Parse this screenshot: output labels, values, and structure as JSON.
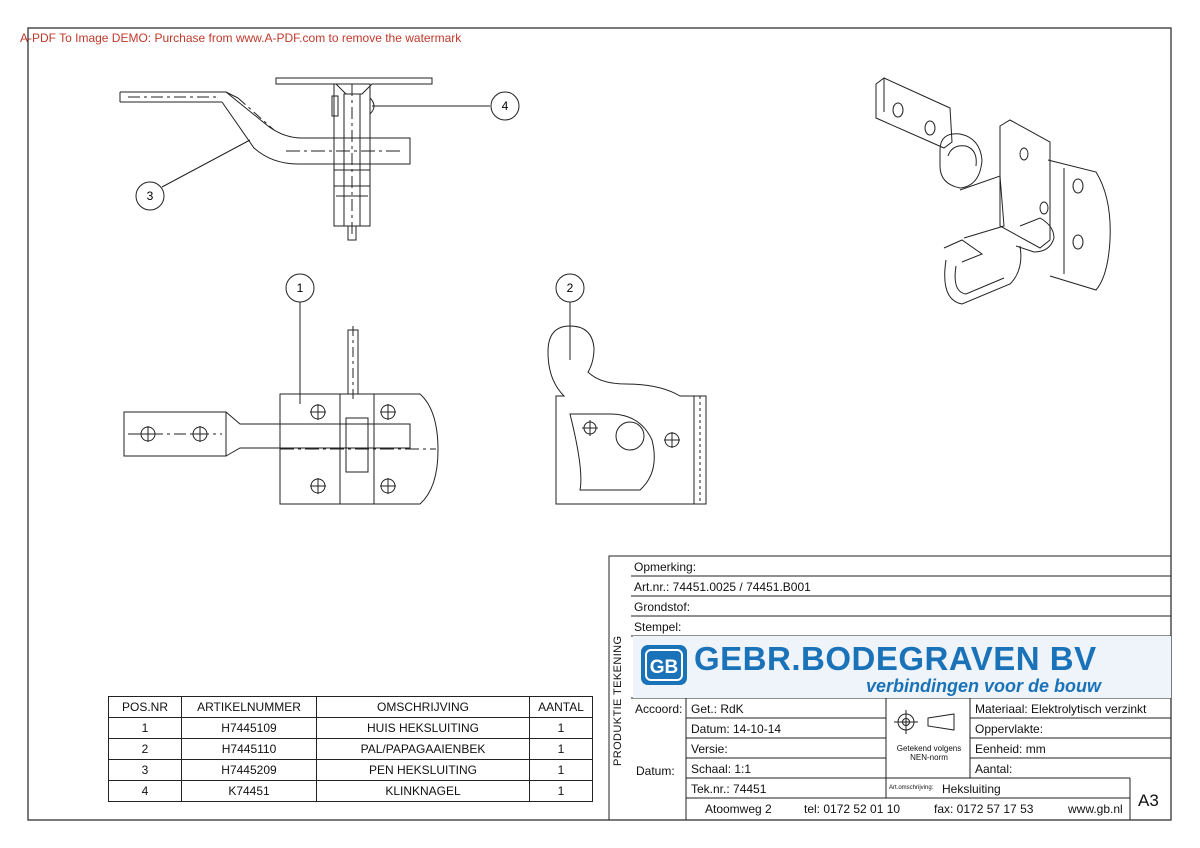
{
  "watermark": "A-PDF To Image DEMO: Purchase from www.A-PDF.com to remove the watermark",
  "balloons": [
    "1",
    "2",
    "3",
    "4"
  ],
  "parts_table": {
    "headers": [
      "POS.NR",
      "ARTIKELNUMMER",
      "OMSCHRIJVING",
      "AANTAL"
    ],
    "rows": [
      [
        "1",
        "H7445109",
        "HUIS HEKSLUITING",
        "1"
      ],
      [
        "2",
        "H7445110",
        "PAL/PAPAGAAIENBEK",
        "1"
      ],
      [
        "3",
        "H7445209",
        "PEN HEKSLUITING",
        "1"
      ],
      [
        "4",
        "K74451",
        "KLINKNAGEL",
        "1"
      ]
    ]
  },
  "title_block": {
    "side_label": "PRODUKTIE TEKENING",
    "opmerking": "Opmerking:",
    "artnr": "Art.nr.:  74451.0025 / 74451.B001",
    "grondstof": "Grondstof:",
    "stempel": "Stempel:",
    "brand": "GEBR.BODEGRAVEN BV",
    "tagline": "verbindingen voor de bouw",
    "logo_icon": "gb-logo-icon",
    "accoord": "Accoord:",
    "datum_label": "Datum:",
    "getekend": "Get.: RdK",
    "datum": "Datum: 14-10-14",
    "versie": "Versie:",
    "schaal": "Schaal: 1:1",
    "teknr": "Tek.nr.: 74451",
    "nen_note": "Getekend volgens NEN-norm",
    "art_omschrijving_label": "Art.omschrijving:",
    "art_omschrijving": "Heksluiting",
    "materiaal": "Materiaal: Elektrolytisch verzinkt",
    "oppervlakte": "Oppervlakte:",
    "eenheid": "Eenheid: mm",
    "aantal": "Aantal:",
    "address": "Atoomweg 2",
    "tel": "tel: 0172 52 01 10",
    "fax": "fax: 0172 57 17 53",
    "web": "www.gb.nl",
    "sheet_size": "A3",
    "brand_color": "#1a72b8"
  }
}
